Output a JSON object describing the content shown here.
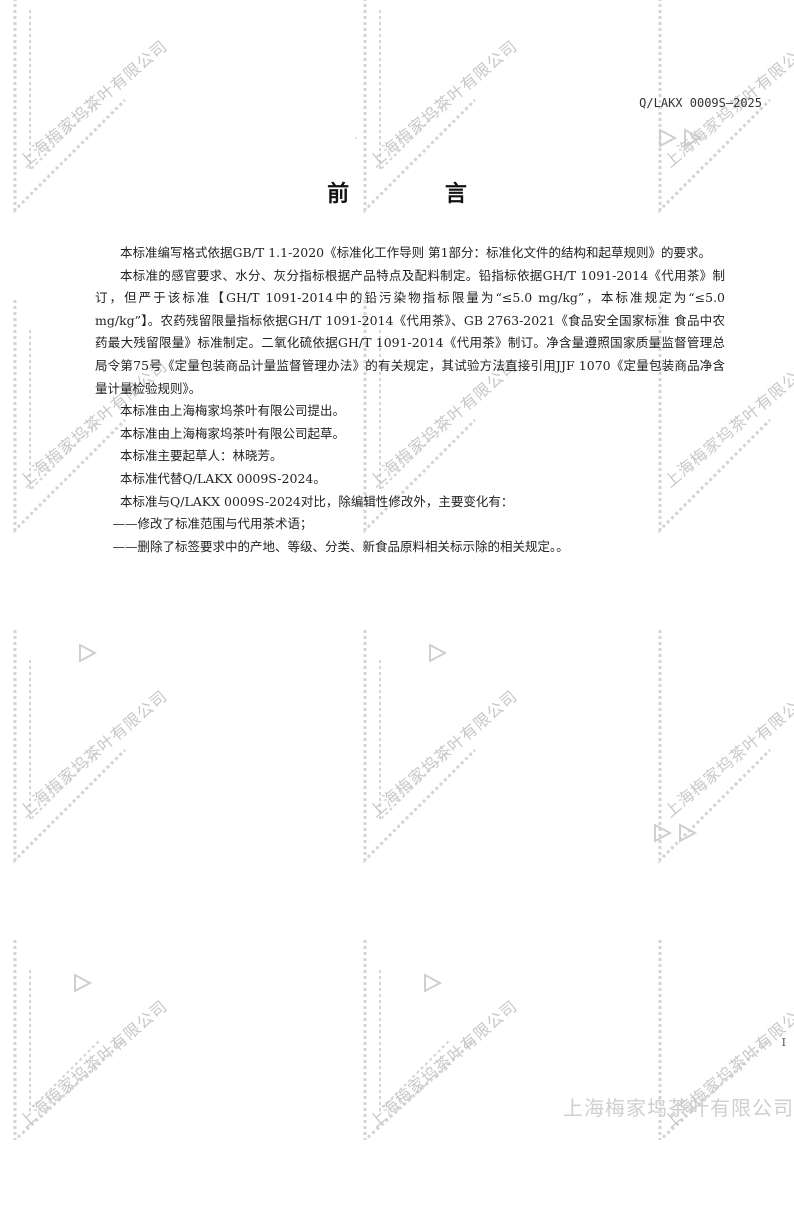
{
  "header": {
    "doc_code": "Q/LAKX 0009S—2025"
  },
  "title": "前 言",
  "body": {
    "paragraphs": [
      "本标准编写格式依据GB/T 1.1-2020《标准化工作导则 第1部分：标准化文件的结构和起草规则》的要求。",
      "本标准的感官要求、水分、灰分指标根据产品特点及配料制定。铅指标依据GH/T 1091-2014《代用茶》制订，但严于该标准【GH/T 1091-2014中的铅污染物指标限量为“≤5.0 mg/kg”，本标准规定为“≤5.0 mg/kg”】。农药残留限量指标依据GH/T 1091-2014《代用茶》、GB 2763-2021《食品安全国家标准 食品中农药最大残留限量》标准制定。二氧化硫依据GH/T 1091-2014《代用茶》制订。净含量遵照国家质量监督管理总局令第75号《定量包装商品计量监督管理办法》的有关规定，其试验方法直接引用JJF 1070《定量包装商品净含量计量检验规则》。",
      "本标准由上海梅家坞茶叶有限公司提出。",
      "本标准由上海梅家坞茶叶有限公司起草。",
      "本标准主要起草人：林晓芳。",
      "本标准代替Q/LAKX 0009S-2024。",
      "本标准与Q/LAKX 0009S-2024对比，除编辑性修改外，主要变化有："
    ],
    "changes": [
      "——修改了标准范围与代用茶术语；",
      "——删除了标签要求中的产地、等级、分类、新食品原料相关标示除的相关规定。。"
    ]
  },
  "page_number": "I",
  "watermark": {
    "company": "上海梅家坞茶叶有限公司",
    "color": "#c8c8c8"
  },
  "footer": {
    "company": "上海梅家坞茶叶有限公司"
  }
}
